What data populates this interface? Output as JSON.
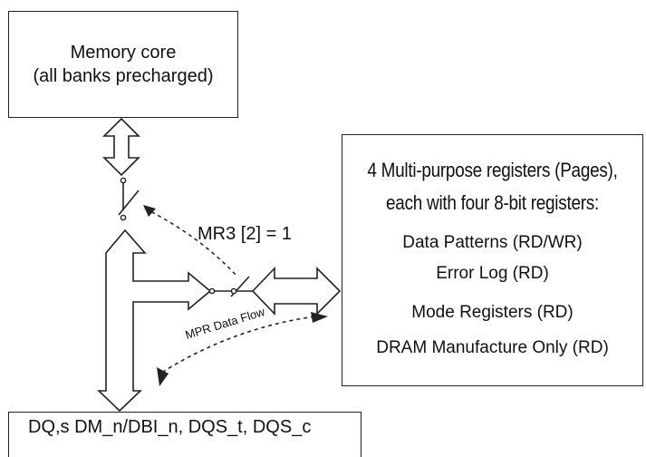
{
  "memory_core": {
    "line1": "Memory core",
    "line2": "(all banks precharged)"
  },
  "mpr_registers": {
    "title_line1": "4 Multi-purpose registers (Pages),",
    "title_line2": "each with four 8-bit registers:",
    "items": [
      "Data Patterns (RD/WR)",
      "Error Log (RD)",
      "Mode Registers (RD)",
      "DRAM Manufacture Only (RD)"
    ]
  },
  "dq_signals": {
    "label": "DQ,s DM_n/DBI_n, DQS_t, DQS_c"
  },
  "switch": {
    "label": "MR3 [2] = 1"
  },
  "flow": {
    "label": "MPR Data Flow"
  }
}
